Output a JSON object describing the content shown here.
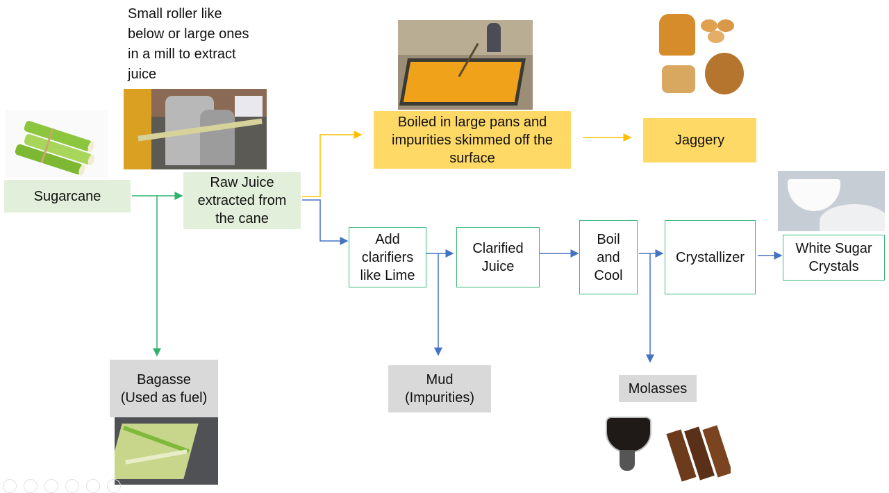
{
  "note": {
    "text": "Small roller like\nbelow or large ones\nin a mill to extract\njuice"
  },
  "nodes": {
    "sugarcane": "Sugarcane",
    "raw_juice": "Raw Juice\nextracted from\nthe cane",
    "boiled": "Boiled in large pans and\nimpurities skimmed off the\nsurface",
    "jaggery": "Jaggery",
    "add_clarifiers": "Add\nclarifiers\nlike Lime",
    "clarified_juice": "Clarified\nJuice",
    "boil_cool": "Boil\nand\nCool",
    "crystallizer": "Crystallizer",
    "white_sugar": "White Sugar\nCrystals",
    "bagasse": "Bagasse\n(Used as fuel)",
    "mud": "Mud\n(Impurities)",
    "molasses": "Molasses"
  },
  "images": {
    "sugarcane": "sugarcane-photo",
    "roller": "juice-roller-photo",
    "pan": "boiling-pan-photo",
    "jaggery": "jaggery-photo",
    "sugar": "white-sugar-photo",
    "bagasse": "bagasse-photo",
    "molasses": "molasses-photo"
  },
  "colors": {
    "green_line": "#2fb36b",
    "yellow_line": "#ffc000",
    "blue_line": "#4472c4",
    "box_border": "#3cb878"
  },
  "edges": [
    {
      "from": "Sugarcane",
      "to": "Raw Juice extracted from the cane",
      "color": "green"
    },
    {
      "from": "Sugarcane",
      "to": "Bagasse (Used as fuel)",
      "color": "green"
    },
    {
      "from": "Raw Juice extracted from the cane",
      "to": "Boiled in large pans and impurities skimmed off the surface",
      "color": "yellow"
    },
    {
      "from": "Boiled in large pans and impurities skimmed off the surface",
      "to": "Jaggery",
      "color": "yellow"
    },
    {
      "from": "Raw Juice extracted from the cane",
      "to": "Add clarifiers like Lime",
      "color": "blue"
    },
    {
      "from": "Add clarifiers like Lime",
      "to": "Clarified Juice",
      "color": "blue"
    },
    {
      "from": "Add clarifiers like Lime",
      "to": "Mud (Impurities)",
      "color": "blue"
    },
    {
      "from": "Clarified Juice",
      "to": "Boil and Cool",
      "color": "blue"
    },
    {
      "from": "Boil and Cool",
      "to": "Crystallizer",
      "color": "blue"
    },
    {
      "from": "Boil and Cool",
      "to": "Molasses",
      "color": "blue"
    },
    {
      "from": "Crystallizer",
      "to": "White Sugar Crystals",
      "color": "blue"
    }
  ]
}
